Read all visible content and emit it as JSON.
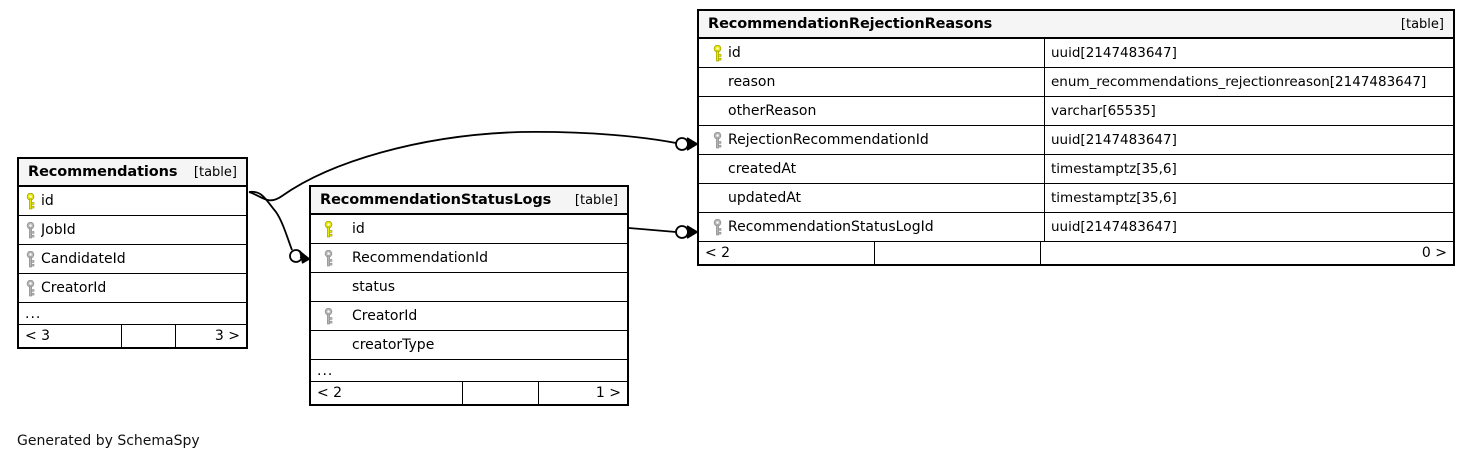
{
  "diagram": {
    "credit": "Generated by SchemaSpy",
    "table_tag": "[table]",
    "ellipsis": "...",
    "icons": {
      "primary_key": "key-icon-primary",
      "foreign_key": "key-icon-foreign"
    },
    "colors": {
      "primary_key": "#e8e800",
      "foreign_key": "#b0b0b0",
      "header_bg": "#f5f5f5",
      "border": "#000000",
      "background": "#ffffff"
    }
  },
  "tables": {
    "recommendations": {
      "name": "Recommendations",
      "tag": "[table]",
      "columns": [
        {
          "key": "primary",
          "name": "id"
        },
        {
          "key": "foreign",
          "name": "JobId"
        },
        {
          "key": "foreign",
          "name": "CandidateId"
        },
        {
          "key": "foreign",
          "name": "CreatorId"
        }
      ],
      "more": "...",
      "footer": {
        "left": "< 3",
        "mid": "",
        "right": "3 >"
      }
    },
    "statuslogs": {
      "name": "RecommendationStatusLogs",
      "tag": "[table]",
      "columns": [
        {
          "key": "primary",
          "name": "id"
        },
        {
          "key": "foreign",
          "name": "RecommendationId"
        },
        {
          "key": "none",
          "name": "status"
        },
        {
          "key": "foreign",
          "name": "CreatorId"
        },
        {
          "key": "none",
          "name": "creatorType"
        }
      ],
      "more": "...",
      "footer": {
        "left": "< 2",
        "mid": "",
        "right": "1 >"
      }
    },
    "rejectionreasons": {
      "name": "RecommendationRejectionReasons",
      "tag": "[table]",
      "columns": [
        {
          "key": "primary",
          "name": "id",
          "type": "uuid[2147483647]"
        },
        {
          "key": "none",
          "name": "reason",
          "type": "enum_recommendations_rejectionreason[2147483647]"
        },
        {
          "key": "none",
          "name": "otherReason",
          "type": "varchar[65535]"
        },
        {
          "key": "foreign",
          "name": "RejectionRecommendationId",
          "type": "uuid[2147483647]"
        },
        {
          "key": "none",
          "name": "createdAt",
          "type": "timestamptz[35,6]"
        },
        {
          "key": "none",
          "name": "updatedAt",
          "type": "timestamptz[35,6]"
        },
        {
          "key": "foreign",
          "name": "RecommendationStatusLogId",
          "type": "uuid[2147483647]"
        }
      ],
      "footer": {
        "left": "< 2",
        "mid": "",
        "right": "0 >"
      }
    }
  },
  "relationships": [
    {
      "name": "recommendations-to-rejectionreasons",
      "from_table": "Recommendations",
      "from_column": "id",
      "to_table": "RecommendationRejectionReasons",
      "to_column": "RejectionRecommendationId",
      "cardinality": "zero-or-many"
    },
    {
      "name": "recommendations-to-statuslogs",
      "from_table": "Recommendations",
      "from_column": "id",
      "to_table": "RecommendationStatusLogs",
      "to_column": "RecommendationId",
      "cardinality": "zero-or-many"
    },
    {
      "name": "statuslogs-to-rejectionreasons",
      "from_table": "RecommendationStatusLogs",
      "from_column": "id",
      "to_table": "RecommendationRejectionReasons",
      "to_column": "RecommendationStatusLogId",
      "cardinality": "zero-or-many"
    }
  ]
}
